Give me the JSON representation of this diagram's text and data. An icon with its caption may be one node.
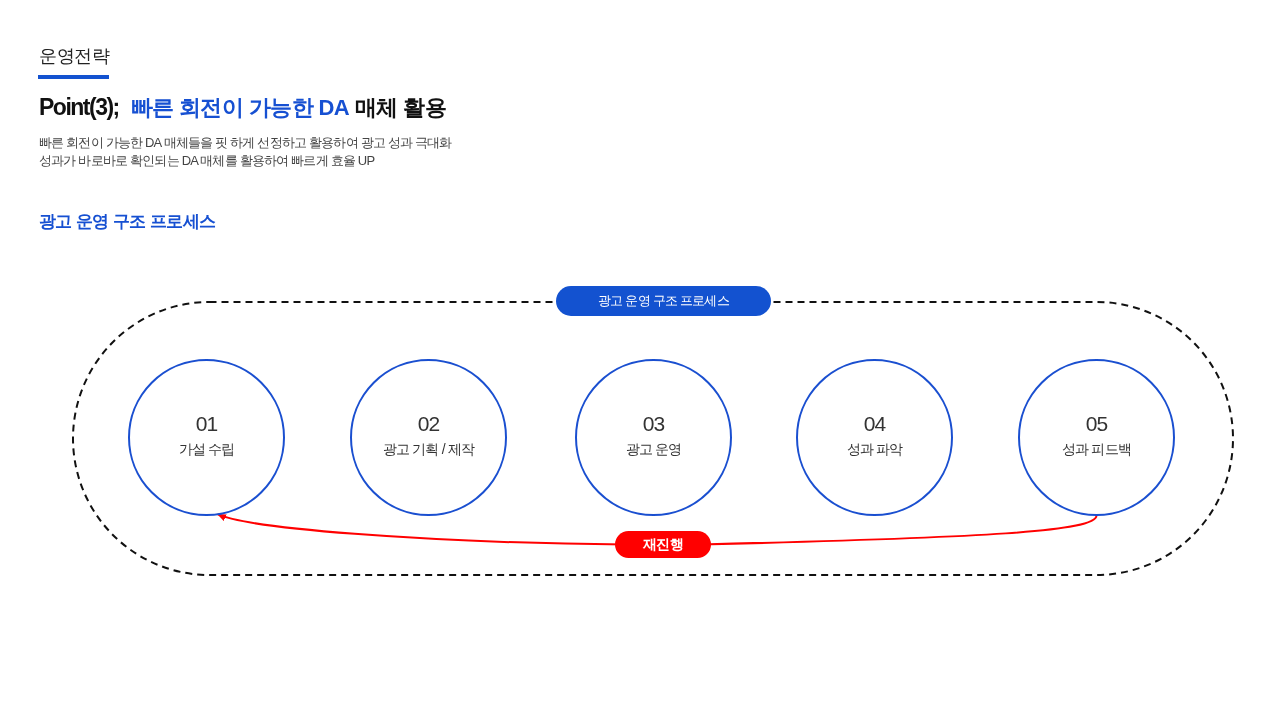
{
  "diagram": {
    "title": "광고 운영 구조 프로세스",
    "nodes": [
      {
        "text": [
          "광고 운영 구조 프로세스"
        ]
      },
      {
        "text": [
          "01",
          "가설 수립"
        ],
        "in": 0
      },
      {
        "text": [
          "02",
          "광고 기획 / 제작"
        ],
        "in": 0
      },
      {
        "text": [
          "03",
          "광고 운영"
        ],
        "in": 0
      },
      {
        "text": [
          "04",
          "성과 파악"
        ],
        "in": 0
      },
      {
        "text": [
          "05",
          "성과 피드백"
        ],
        "in": 0
      }
    ],
    "edges": [
      {
        "from": 5,
        "to": 1,
        "arrow": "to",
        "label": "재진행",
        "color": "#ff0000"
      }
    ],
    "labels": [
      "운영전략",
      "Point(3);",
      "빠른 회전이 가능한 DA",
      "매체 활용",
      "빠른 회전이 가능한 DA 매체들을 핏 하게 선정하고 활용하여 광고 성과 극대화",
      "성과가 바로바로 확인되는 DA 매체를 활용하여 빠르게 효율 UP"
    ]
  }
}
